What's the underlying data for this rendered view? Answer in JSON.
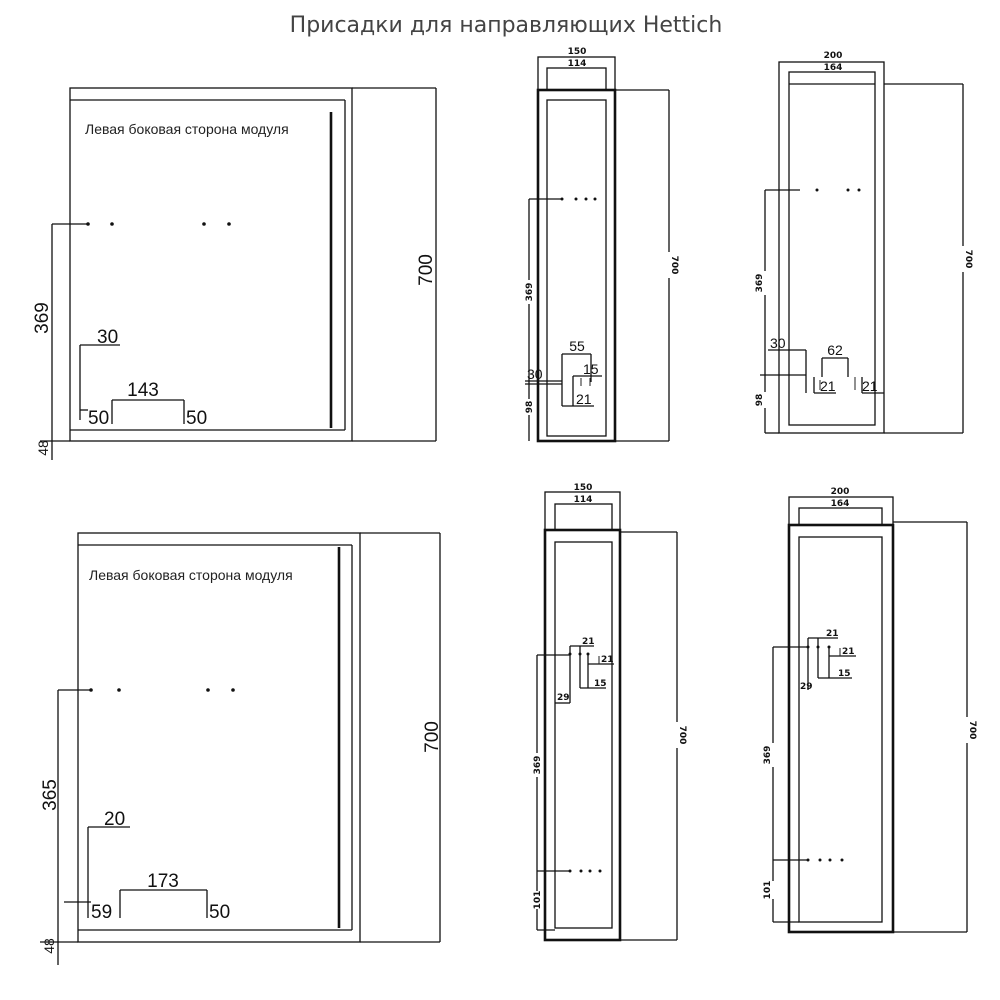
{
  "title": "Присадки для направляющих Hettich",
  "top_left": {
    "label": "Левая боковая сторона модуля",
    "height": "700",
    "hole_height": "369",
    "offset": "30",
    "spacing": "143",
    "left_edge": "50",
    "right_edge": "50",
    "bottom": "48"
  },
  "bottom_left": {
    "label": "Левая боковая сторона модуля",
    "height": "700",
    "hole_height": "365",
    "offset": "20",
    "spacing": "173",
    "left_edge": "59",
    "right_edge": "50",
    "bottom": "48"
  },
  "top_middle": {
    "width_outer": "150",
    "width_inner": "114",
    "height": "700",
    "hole_height": "369",
    "bottom": "98",
    "d55": "55",
    "d15": "15",
    "d30": "30",
    "d21": "21"
  },
  "top_right": {
    "width_outer": "200",
    "width_inner": "164",
    "height": "700",
    "hole_height": "369",
    "bottom": "98",
    "d30": "30",
    "d62": "62",
    "d21a": "21",
    "d21b": "21"
  },
  "bottom_middle": {
    "width_outer": "150",
    "width_inner": "114",
    "height": "700",
    "hole_height": "369",
    "bottom": "101",
    "d29": "29",
    "d21a": "21",
    "d21b": "21",
    "d15": "15"
  },
  "bottom_right": {
    "width_outer": "200",
    "width_inner": "164",
    "height": "700",
    "hole_height": "369",
    "bottom": "101",
    "d29": "29",
    "d21a": "21",
    "d21b": "21",
    "d15": "15"
  }
}
